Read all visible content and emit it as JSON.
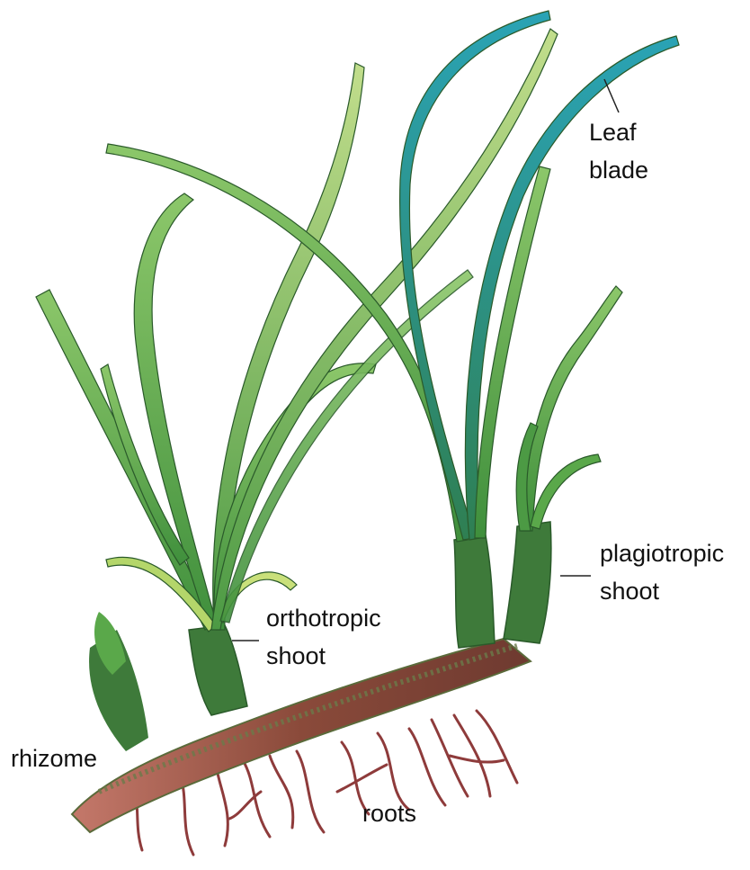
{
  "labels": {
    "leaf_blade_line1": "Leaf",
    "leaf_blade_line2": "blade",
    "plagiotropic_line1": "plagiotropic",
    "plagiotropic_line2": "shoot",
    "orthotropic_line1": "orthotropic",
    "orthotropic_line2": "shoot",
    "rhizome": "rhizome",
    "roots": "roots"
  },
  "colors": {
    "leaf_light": "#a9cf6a",
    "leaf_mid": "#5aa84a",
    "leaf_dark": "#2f7f52",
    "leaf_teal": "#2a9aa8",
    "sheath": "#3e7a3a",
    "rhizome": "#8a4a3a",
    "root": "#8e3b3b",
    "leader_line": "#222222"
  }
}
